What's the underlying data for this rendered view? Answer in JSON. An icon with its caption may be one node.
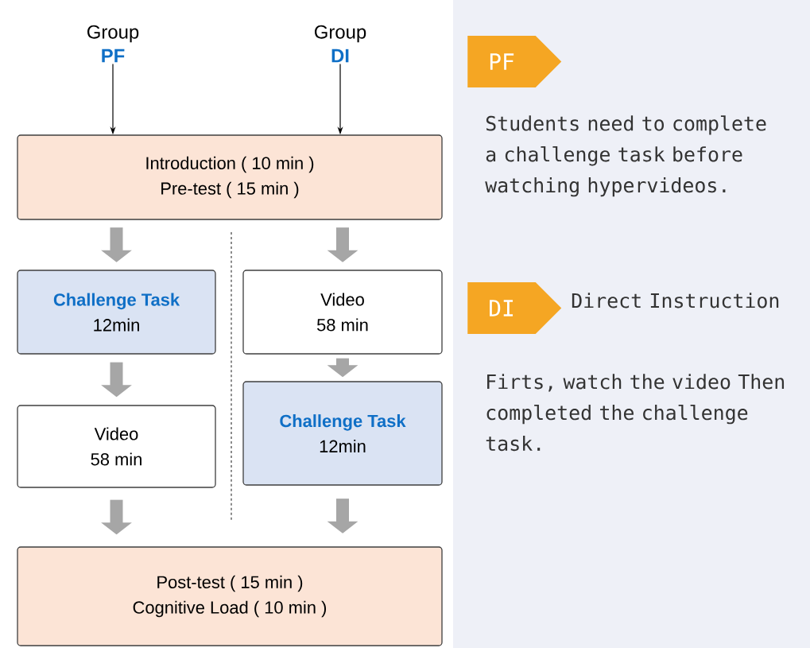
{
  "diagram": {
    "nodes": [
      {
        "text": [
          "Group",
          "PF"
        ]
      },
      {
        "text": [
          "Group",
          "DI"
        ]
      },
      {
        "text": [
          "Introduction ( 10 min )",
          "Pre-test ( 15 min )"
        ]
      },
      {
        "text": [
          "Challenge Task",
          "12min"
        ]
      },
      {
        "text": [
          "Video",
          "58 min"
        ]
      },
      {
        "text": [
          "Video",
          "58 min"
        ]
      },
      {
        "text": [
          "Challenge Task",
          "12min"
        ]
      },
      {
        "text": [
          "Post-test ( 15 min )",
          "Cognitive Load ( 10 min )"
        ]
      },
      {
        "text": [
          "PF"
        ],
        "beside": [
          "Students need to complete a challenge task before watching hypervideos."
        ]
      },
      {
        "text": [
          "DI"
        ],
        "beside": [
          "Direct Instruction"
        ]
      }
    ],
    "edges": [
      {
        "from": 0,
        "to": 2,
        "arrow": "to",
        "color": "#000000"
      },
      {
        "from": 1,
        "to": 2,
        "arrow": "to",
        "color": "#000000"
      },
      {
        "from": 2,
        "to": 3,
        "arrow": "to"
      },
      {
        "from": 2,
        "to": 4,
        "arrow": "to"
      },
      {
        "from": 3,
        "to": 5,
        "arrow": "to"
      },
      {
        "from": 4,
        "to": 6,
        "arrow": "to"
      },
      {
        "from": 5,
        "to": 7,
        "arrow": "to"
      },
      {
        "from": 6,
        "to": 7,
        "arrow": "to"
      }
    ],
    "labels": [
      "Firts, watch the video Then completed the challenge task."
    ]
  }
}
